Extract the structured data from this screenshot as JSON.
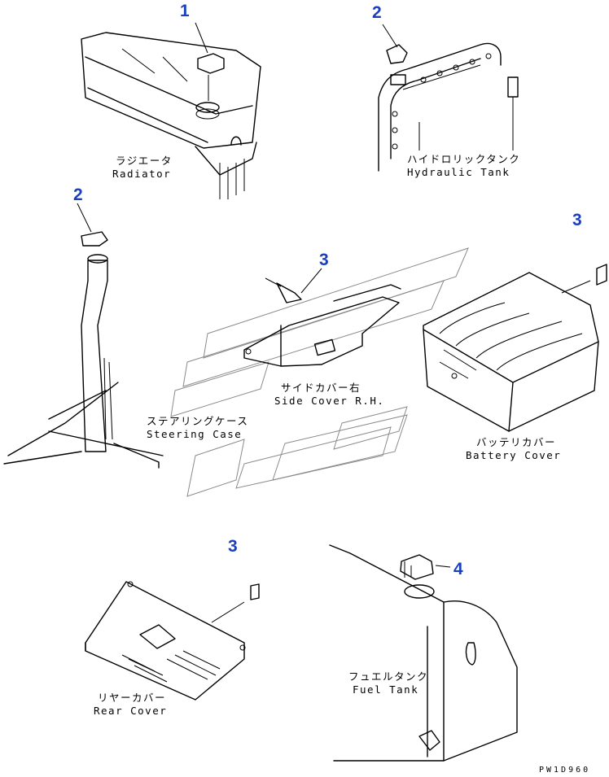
{
  "callouts": [
    {
      "id": "c1",
      "number": "1"
    },
    {
      "id": "c2a",
      "number": "2"
    },
    {
      "id": "c2b",
      "number": "2"
    },
    {
      "id": "c3a",
      "number": "3"
    },
    {
      "id": "c3b",
      "number": "3"
    },
    {
      "id": "c3c",
      "number": "3"
    },
    {
      "id": "c4",
      "number": "4"
    }
  ],
  "labels": {
    "radiator": {
      "jp": "ラジエータ",
      "en": "Radiator"
    },
    "hydraulic_tank": {
      "jp": "ハイドロリックタンク",
      "en": "Hydraulic Tank"
    },
    "side_cover": {
      "jp": "サイドカバー右",
      "en": "Side Cover R.H."
    },
    "battery_cover": {
      "jp": "バッテリカバー",
      "en": "Battery Cover"
    },
    "steering_case": {
      "jp": "ステアリングケース",
      "en": "Steering Case"
    },
    "rear_cover": {
      "jp": "リヤーカバー",
      "en": "Rear Cover"
    },
    "fuel_tank": {
      "jp": "フュエルタンク",
      "en": "Fuel Tank"
    }
  },
  "drawing_code": "PW1D960",
  "colors": {
    "callout": "#1a3fbf",
    "line": "#000000",
    "watermark": "#8a8a8a"
  }
}
